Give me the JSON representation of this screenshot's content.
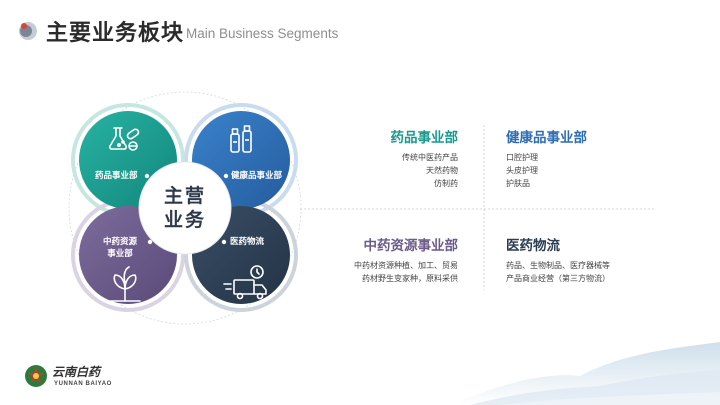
{
  "header": {
    "title": "主要业务板块",
    "subtitle": "Main Business Segments"
  },
  "diagram": {
    "center_line1": "主营",
    "center_line2": "业务",
    "segments": [
      {
        "label": "药品事业部",
        "color": "#1a9a8f",
        "icon": "flask-pills-icon"
      },
      {
        "label": "健康品事业部",
        "color": "#2e6db4",
        "icon": "bottles-icon"
      },
      {
        "label_line1": "中药资源",
        "label_line2": "事业部",
        "color": "#6c5b8a",
        "icon": "herb-leaf-icon"
      },
      {
        "label": "医药物流",
        "color": "#2c3d52",
        "icon": "delivery-truck-icon"
      }
    ]
  },
  "blocks": {
    "pharma": {
      "title": "药品事业部",
      "color": "#1a9a8f",
      "lines": [
        "传统中医药产品",
        "天然药物",
        "仿制药"
      ]
    },
    "health": {
      "title": "健康品事业部",
      "color": "#2e6db4",
      "lines": [
        "口腔护理",
        "头皮护理",
        "护肤品"
      ]
    },
    "tcm": {
      "title": "中药资源事业部",
      "color": "#6c5b8a",
      "lines": [
        "中药材资源种植、加工、贸易",
        "药材野生变家种，原料采供"
      ]
    },
    "logistics": {
      "title": "医药物流",
      "color": "#2c3d52",
      "lines": [
        "药品、生物制品、医疗器械等",
        "产品商业经营（第三方物流）"
      ]
    }
  },
  "logo": {
    "cn": "云南白药",
    "en": "YUNNAN BAIYAO"
  }
}
